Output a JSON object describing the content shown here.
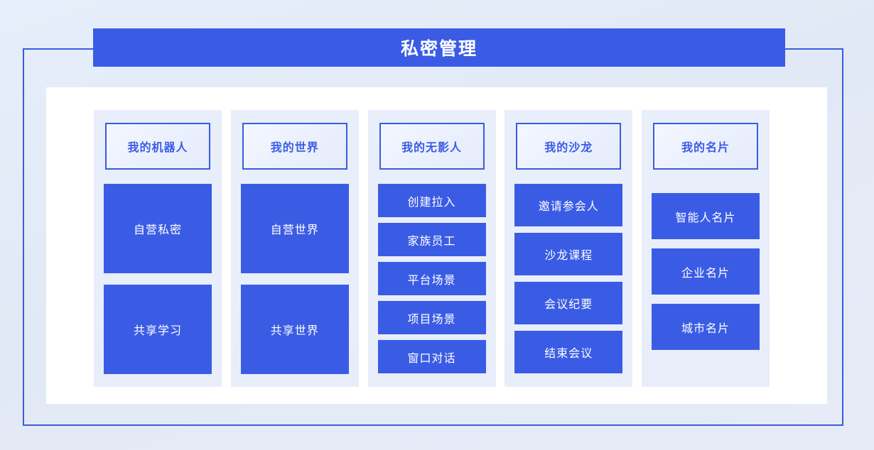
{
  "page": {
    "title": "私密管理",
    "accent_color": "#3a5ce5",
    "border_color": "#3a5ce0",
    "background_color": "#e4ebf7",
    "card_color": "#ffffff",
    "column_color": "#e9eefb"
  },
  "columns": [
    {
      "header": "我的机器人",
      "items": [
        {
          "label": "自营私密"
        },
        {
          "label": "共享学习"
        }
      ]
    },
    {
      "header": "我的世界",
      "items": [
        {
          "label": "自营世界"
        },
        {
          "label": "共享世界"
        }
      ]
    },
    {
      "header": "我的无影人",
      "items": [
        {
          "label": "创建拉入"
        },
        {
          "label": "家族员工"
        },
        {
          "label": "平台场景"
        },
        {
          "label": "项目场景"
        },
        {
          "label": "窗口对话"
        }
      ]
    },
    {
      "header": "我的沙龙",
      "items": [
        {
          "label": "邀请参会人"
        },
        {
          "label": "沙龙课程"
        },
        {
          "label": "会议纪要"
        },
        {
          "label": "结束会议"
        }
      ]
    },
    {
      "header": "我的名片",
      "items": [
        {
          "label": "智能人名片"
        },
        {
          "label": "企业名片"
        },
        {
          "label": "城市名片"
        }
      ]
    }
  ]
}
